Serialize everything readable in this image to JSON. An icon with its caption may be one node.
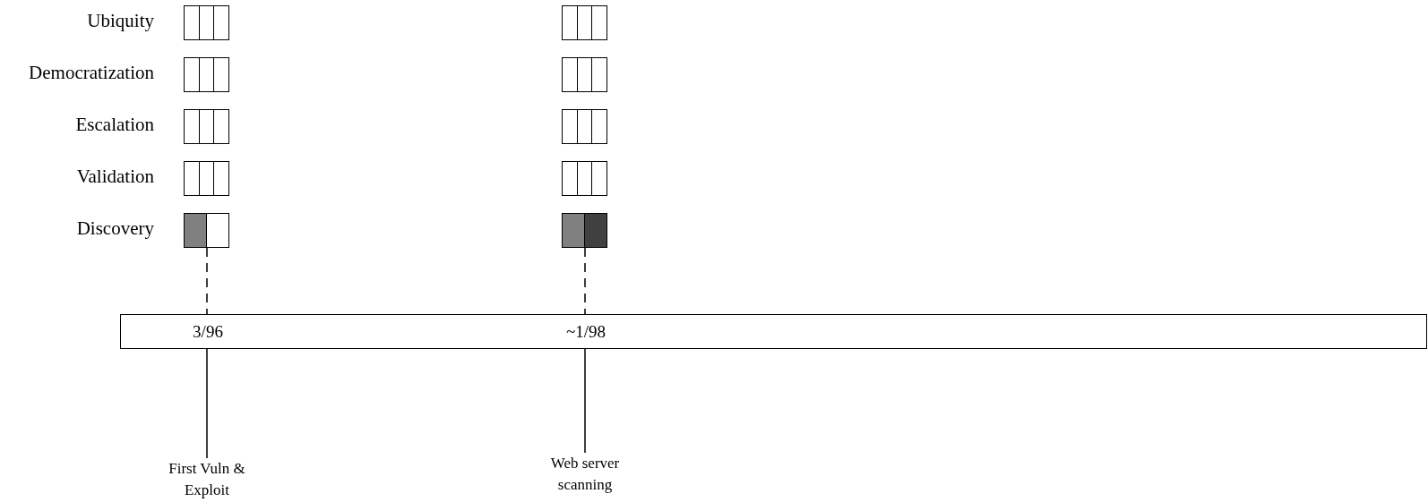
{
  "diagram": {
    "nodes": [
      {
        "text": [],
        "shape": "box"
      },
      {
        "text": [],
        "shape": "box"
      },
      {
        "text": [],
        "shape": "box"
      },
      {
        "text": [],
        "shape": "box"
      },
      {
        "text": [],
        "shape": "box"
      },
      {
        "text": [],
        "shape": "box"
      },
      {
        "text": [],
        "shape": "box"
      },
      {
        "text": [],
        "shape": "box"
      },
      {
        "text": [],
        "shape": "box"
      },
      {
        "text": [],
        "shape": "box"
      },
      {
        "text": [
          "3/96",
          "~1/98"
        ]
      },
      {
        "text": [
          "First Vuln & Exploit"
        ]
      },
      {
        "text": [
          "Web server scanning"
        ]
      }
    ],
    "edges": [
      {
        "from": 8,
        "to": 10,
        "arrow": "none",
        "style": "dashed"
      },
      {
        "from": 9,
        "to": 10,
        "arrow": "none",
        "style": "dashed"
      },
      {
        "from": 10,
        "to": 11,
        "arrow": "none"
      },
      {
        "from": 10,
        "to": 12,
        "arrow": "none"
      }
    ],
    "labels": [
      "Ubiquity",
      "Democratization",
      "Escalation",
      "Validation",
      "Discovery"
    ]
  }
}
